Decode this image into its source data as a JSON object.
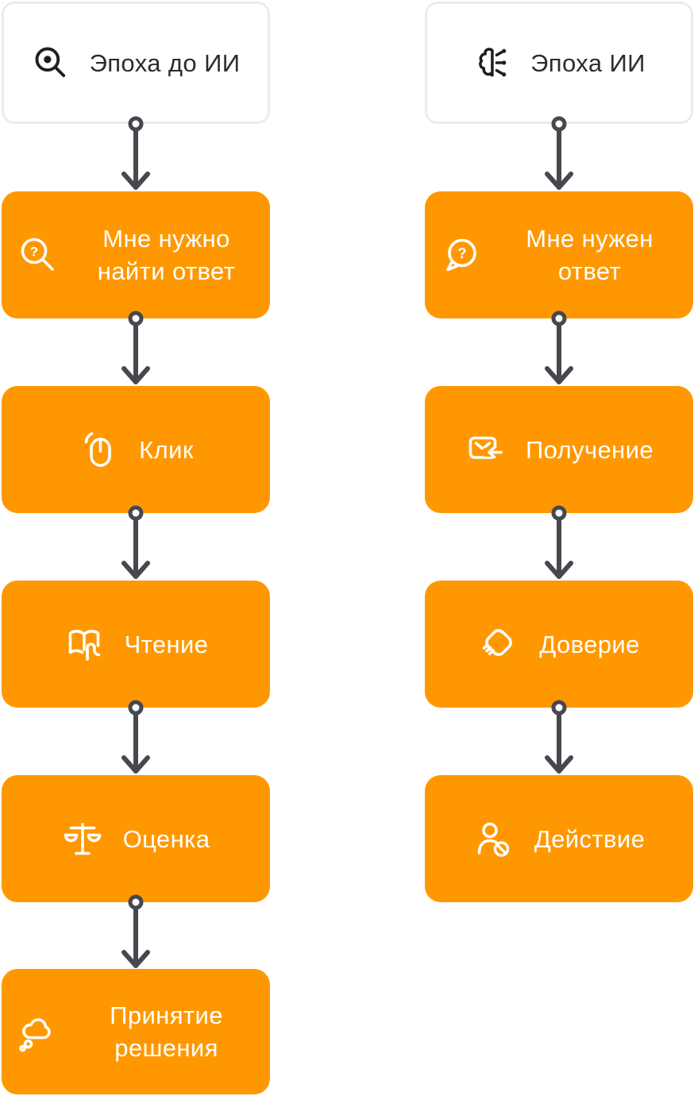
{
  "colors": {
    "orange": "#FF9800",
    "arrow": "#47474F",
    "header_border": "#E9ECEF",
    "header_text": "#2B2C30",
    "step_text": "#FFFFFF"
  },
  "icons": {
    "question_mark": "?"
  },
  "columns": [
    {
      "id": "pre-ai-era",
      "header": {
        "label": "Эпоха до ИИ",
        "icon": "loupe-dot-icon"
      },
      "steps": [
        {
          "label": "Мне нужно найти ответ",
          "icon": "search-question-icon"
        },
        {
          "label": "Клик",
          "icon": "mouse-click-icon"
        },
        {
          "label": "Чтение",
          "icon": "open-book-icon"
        },
        {
          "label": "Оценка",
          "icon": "scales-icon"
        },
        {
          "label": "Принятие решения",
          "icon": "thought-cloud-icon"
        }
      ]
    },
    {
      "id": "ai-era",
      "header": {
        "label": "Эпоха ИИ",
        "icon": "ai-brain-icon"
      },
      "steps": [
        {
          "label": "Мне нужен ответ",
          "icon": "question-bubble-icon"
        },
        {
          "label": "Получение",
          "icon": "mail-receive-icon"
        },
        {
          "label": "Доверие",
          "icon": "handshake-icon"
        },
        {
          "label": "Действие",
          "icon": "user-block-icon"
        }
      ]
    }
  ]
}
